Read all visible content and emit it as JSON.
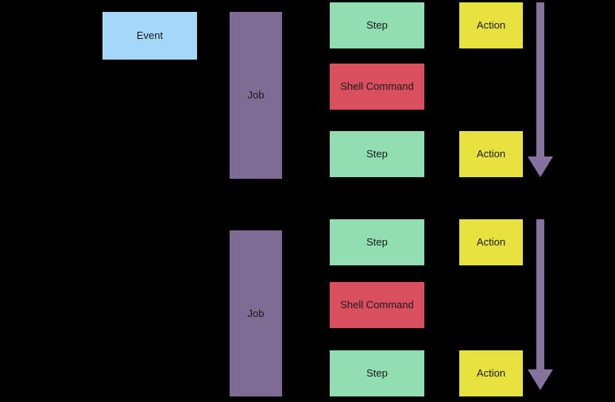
{
  "diagram": {
    "event": {
      "label": "Event"
    },
    "jobs": [
      {
        "label": "Job",
        "rows": [
          {
            "step": "Step",
            "action": "Action"
          },
          {
            "step": "Shell Command"
          },
          {
            "step": "Step",
            "action": "Action"
          }
        ]
      },
      {
        "label": "Job",
        "rows": [
          {
            "step": "Step",
            "action": "Action"
          },
          {
            "step": "Shell Command"
          },
          {
            "step": "Step",
            "action": "Action"
          }
        ]
      }
    ],
    "arrows": [
      {
        "name": "down-arrow"
      },
      {
        "name": "down-arrow"
      }
    ],
    "colors": {
      "background": "#000000",
      "event": "#a3d8f9",
      "job": "#7e6c95",
      "step": "#90deb2",
      "shell_command": "#d94f5e",
      "action": "#e8e23f",
      "arrow": "#84739e",
      "text": "#1a1a1a"
    }
  }
}
